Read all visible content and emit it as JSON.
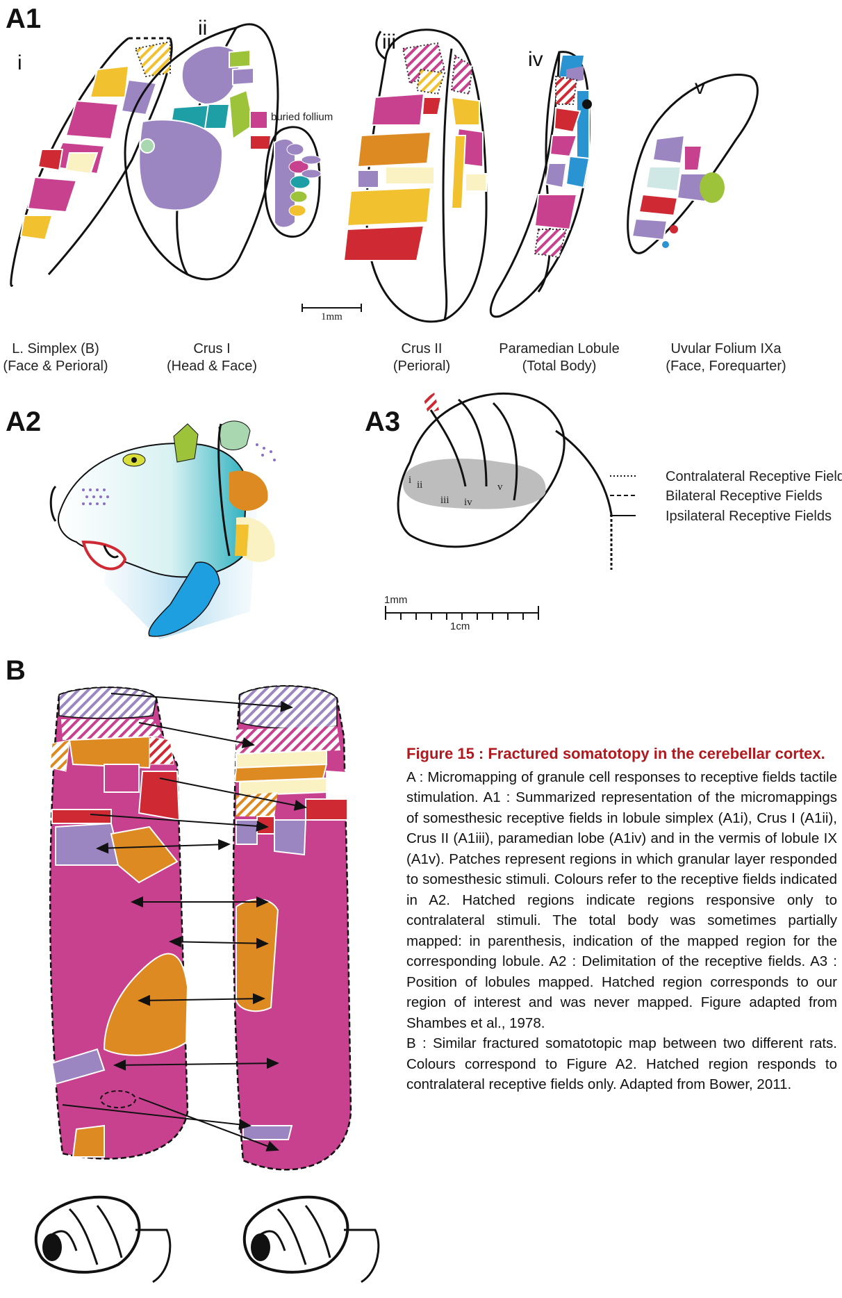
{
  "panels": {
    "a1": "A1",
    "a2": "A2",
    "a3": "A3",
    "b": "B"
  },
  "a1": {
    "numerals": [
      "i",
      "ii",
      "iii",
      "iv",
      "v"
    ],
    "buried_follium": "buried follium",
    "scale": "1mm",
    "lobules": [
      {
        "name": "L. Simplex (B)",
        "region": "(Face & Perioral)"
      },
      {
        "name": "Crus I",
        "region": "(Head & Face)"
      },
      {
        "name": "Crus II",
        "region": "(Perioral)"
      },
      {
        "name": "Paramedian Lobule",
        "region": "(Total Body)"
      },
      {
        "name": "Uvular Folium IXa",
        "region": "(Face, Forequarter)"
      }
    ]
  },
  "a3": {
    "labels": [
      "i",
      "ii",
      "iii",
      "iv",
      "v"
    ],
    "scale_mm": "1mm",
    "scale_cm": "1cm"
  },
  "legend": [
    {
      "label": "Contralateral Receptive Fields",
      "style": "dotted"
    },
    {
      "label": "Bilateral Receptive Fields",
      "style": "dashed"
    },
    {
      "label": "Ipsilateral Receptive Fields",
      "style": "solid"
    }
  ],
  "caption": {
    "title": "Figure 15 : Fractured somatotopy in the cerebellar cortex.",
    "paragraph_a": "A : Micromapping of granule cell responses to receptive fields tactile stimulation. A1 : Summarized representation of the micromappings of somesthesic receptive fields in lobule simplex (A1i), Crus I (A1ii), Crus II (A1iii), paramedian lobe (A1iv) and in the vermis of lobule IX (A1v). Patches represent regions in which granular layer responded to somesthesic stimuli. Colours refer to the receptive fields indicated in A2. Hatched regions indicate regions responsive only to contralateral stimuli. The total body was sometimes partially mapped: in parenthesis, indication of the mapped region for the corresponding lobule. A2 : Delimitation of the receptive fields. A3 : Position of lobules mapped. Hatched region corresponds to our region of interest and was never mapped. Figure adapted from Shambes et al., 1978.",
    "paragraph_b": "B : Similar fractured somatotopic map between two different rats. Colours correspond to Figure A2. Hatched region responds to contralateral receptive fields only. Adapted from Bower, 2011."
  },
  "colors": {
    "magenta": "#c8418f",
    "purple": "#9b86c2",
    "yellow": "#f1c130",
    "orange": "#dd8a22",
    "red": "#cf2a33",
    "teal": "#1e9fa6",
    "green": "#9cc33a",
    "blue": "#2a93d2",
    "cream": "#fbf2c4",
    "title_red": "#b0191e"
  }
}
